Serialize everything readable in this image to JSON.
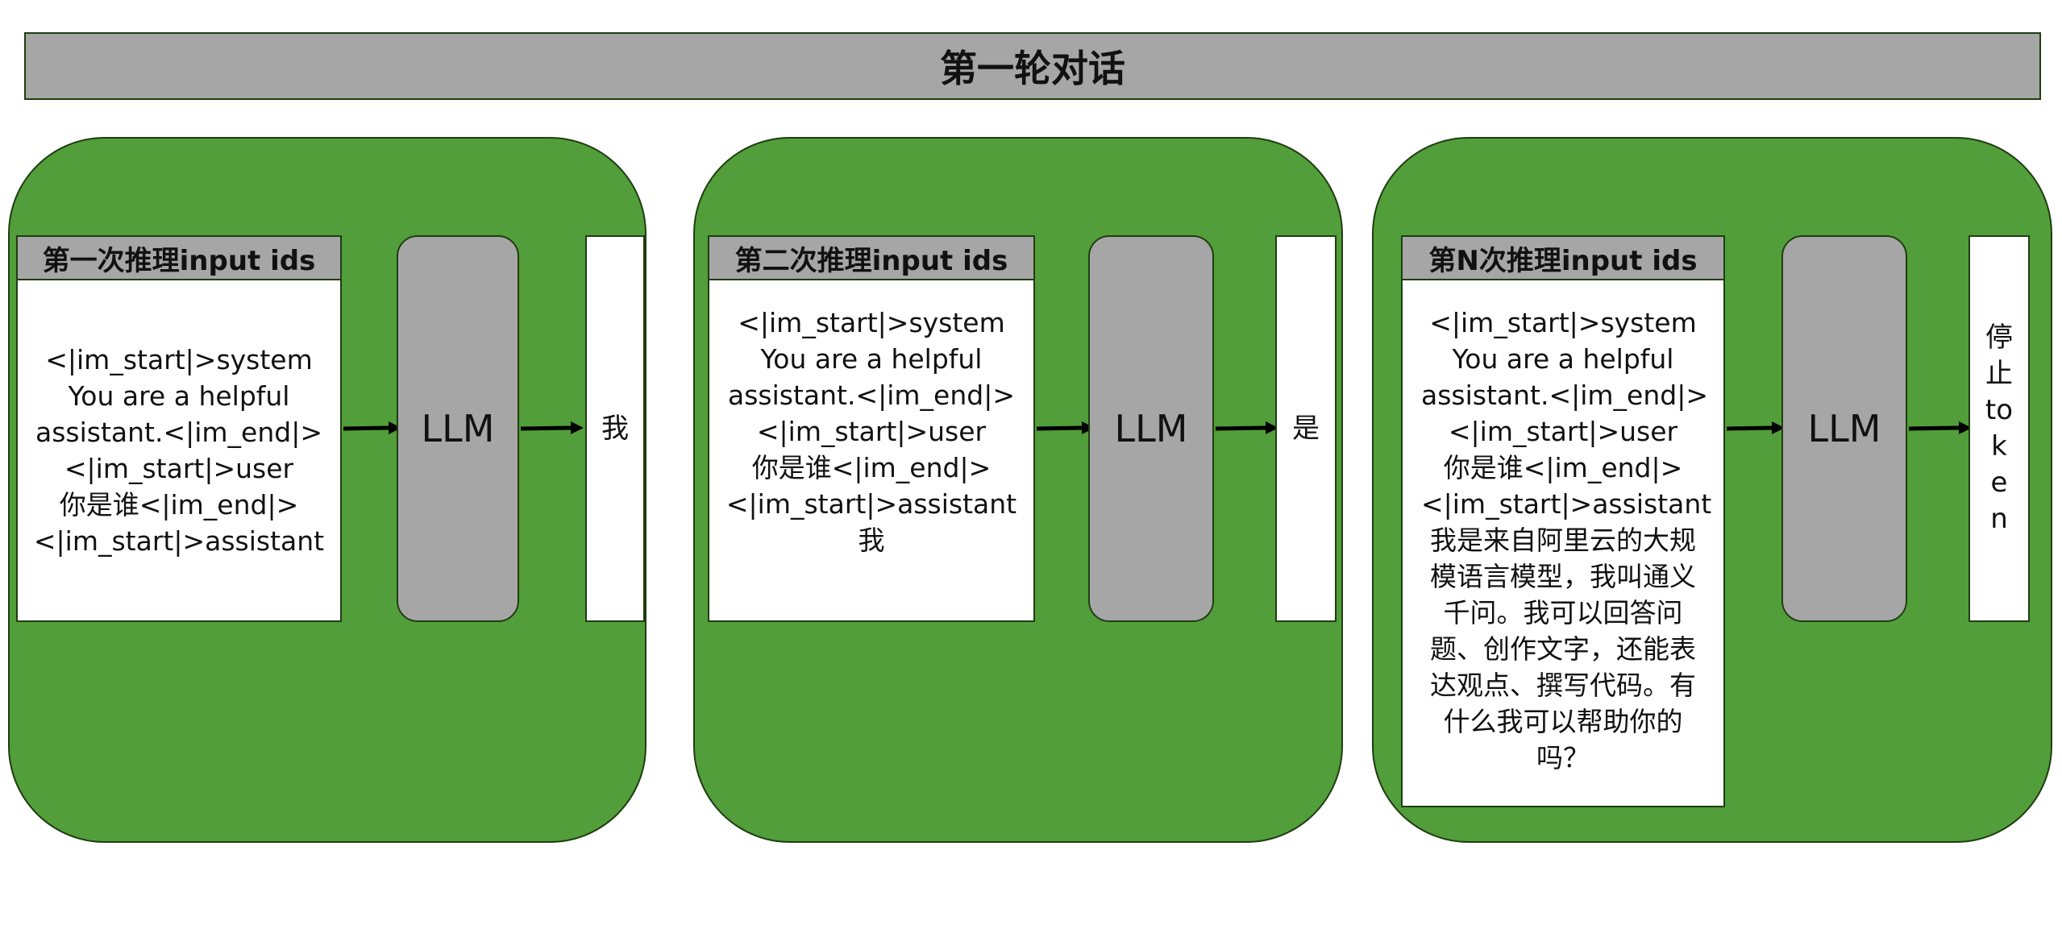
{
  "title": "第一轮对话",
  "colors": {
    "panel_green": "#529e3a",
    "header_gray": "#a6a6a6",
    "border_dark": "#1f3d12"
  },
  "panels": [
    {
      "input_header": "第一次推理input ids",
      "input_lines": [
        "<|im_start|>system",
        "You are a helpful",
        "assistant.<|im_end|>",
        "<|im_start|>user",
        "你是谁<|im_end|>",
        "<|im_start|>assistant"
      ],
      "llm_label": "LLM",
      "output_chars": [
        "我"
      ]
    },
    {
      "input_header": "第二次推理input ids",
      "input_lines": [
        "<|im_start|>system",
        "You are a helpful",
        "assistant.<|im_end|>",
        "<|im_start|>user",
        "你是谁<|im_end|>",
        "<|im_start|>assistant",
        "我"
      ],
      "llm_label": "LLM",
      "output_chars": [
        "是"
      ]
    },
    {
      "input_header": "第N次推理input ids",
      "input_lines": [
        "<|im_start|>system",
        "You are a helpful",
        "assistant.<|im_end|>",
        "<|im_start|>user",
        "你是谁<|im_end|>",
        "<|im_start|>assistant",
        "我是来自阿里云的大规模语言模型，我叫通义千问。我可以回答问题、创作文字，还能表达观点、撰写代码。有什么我可以帮助你的吗？"
      ],
      "llm_label": "LLM",
      "output_chars": [
        "停",
        "止",
        "to",
        "k",
        "e",
        "n"
      ]
    }
  ]
}
